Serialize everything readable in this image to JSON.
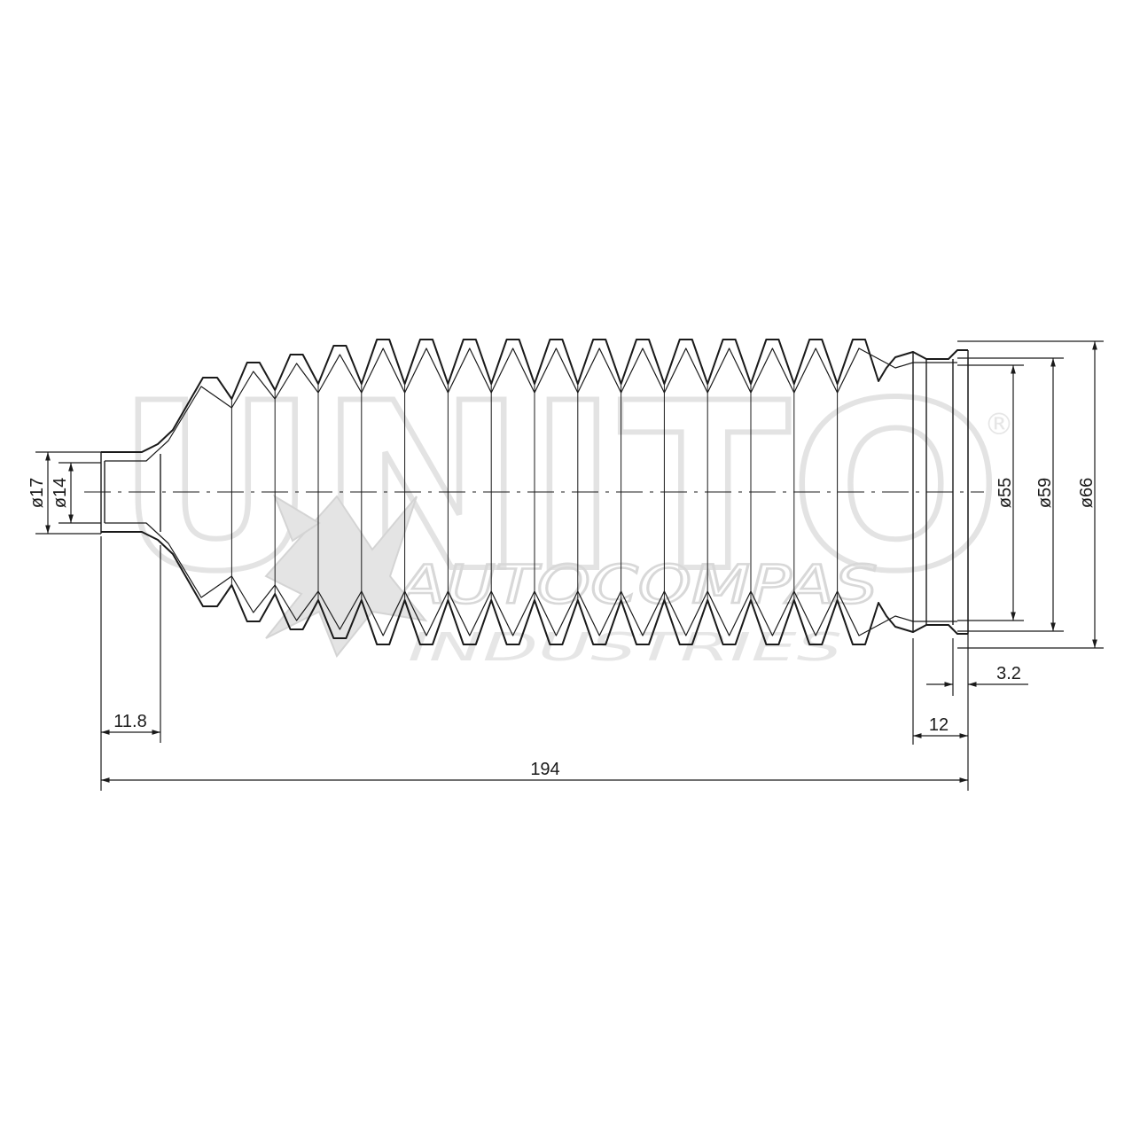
{
  "watermark": {
    "brand": "UNITO",
    "registered": "®",
    "line1": "AUTOCOMPAS",
    "line2": "INDUSTRIES"
  },
  "dimensions": {
    "overall_length": "194",
    "small_neck_length": "11.8",
    "large_collar_length": "12",
    "collar_groove": "3.2",
    "small_outer_dia": "ø17",
    "small_inner_dia": "ø14",
    "large_inner_dia": "ø55",
    "large_groove_dia": "ø59",
    "large_outer_dia": "ø66"
  },
  "part": {
    "corrugation_count": 16
  },
  "colors": {
    "line": "#1a1a1a",
    "watermark": "#e0e0e0"
  }
}
